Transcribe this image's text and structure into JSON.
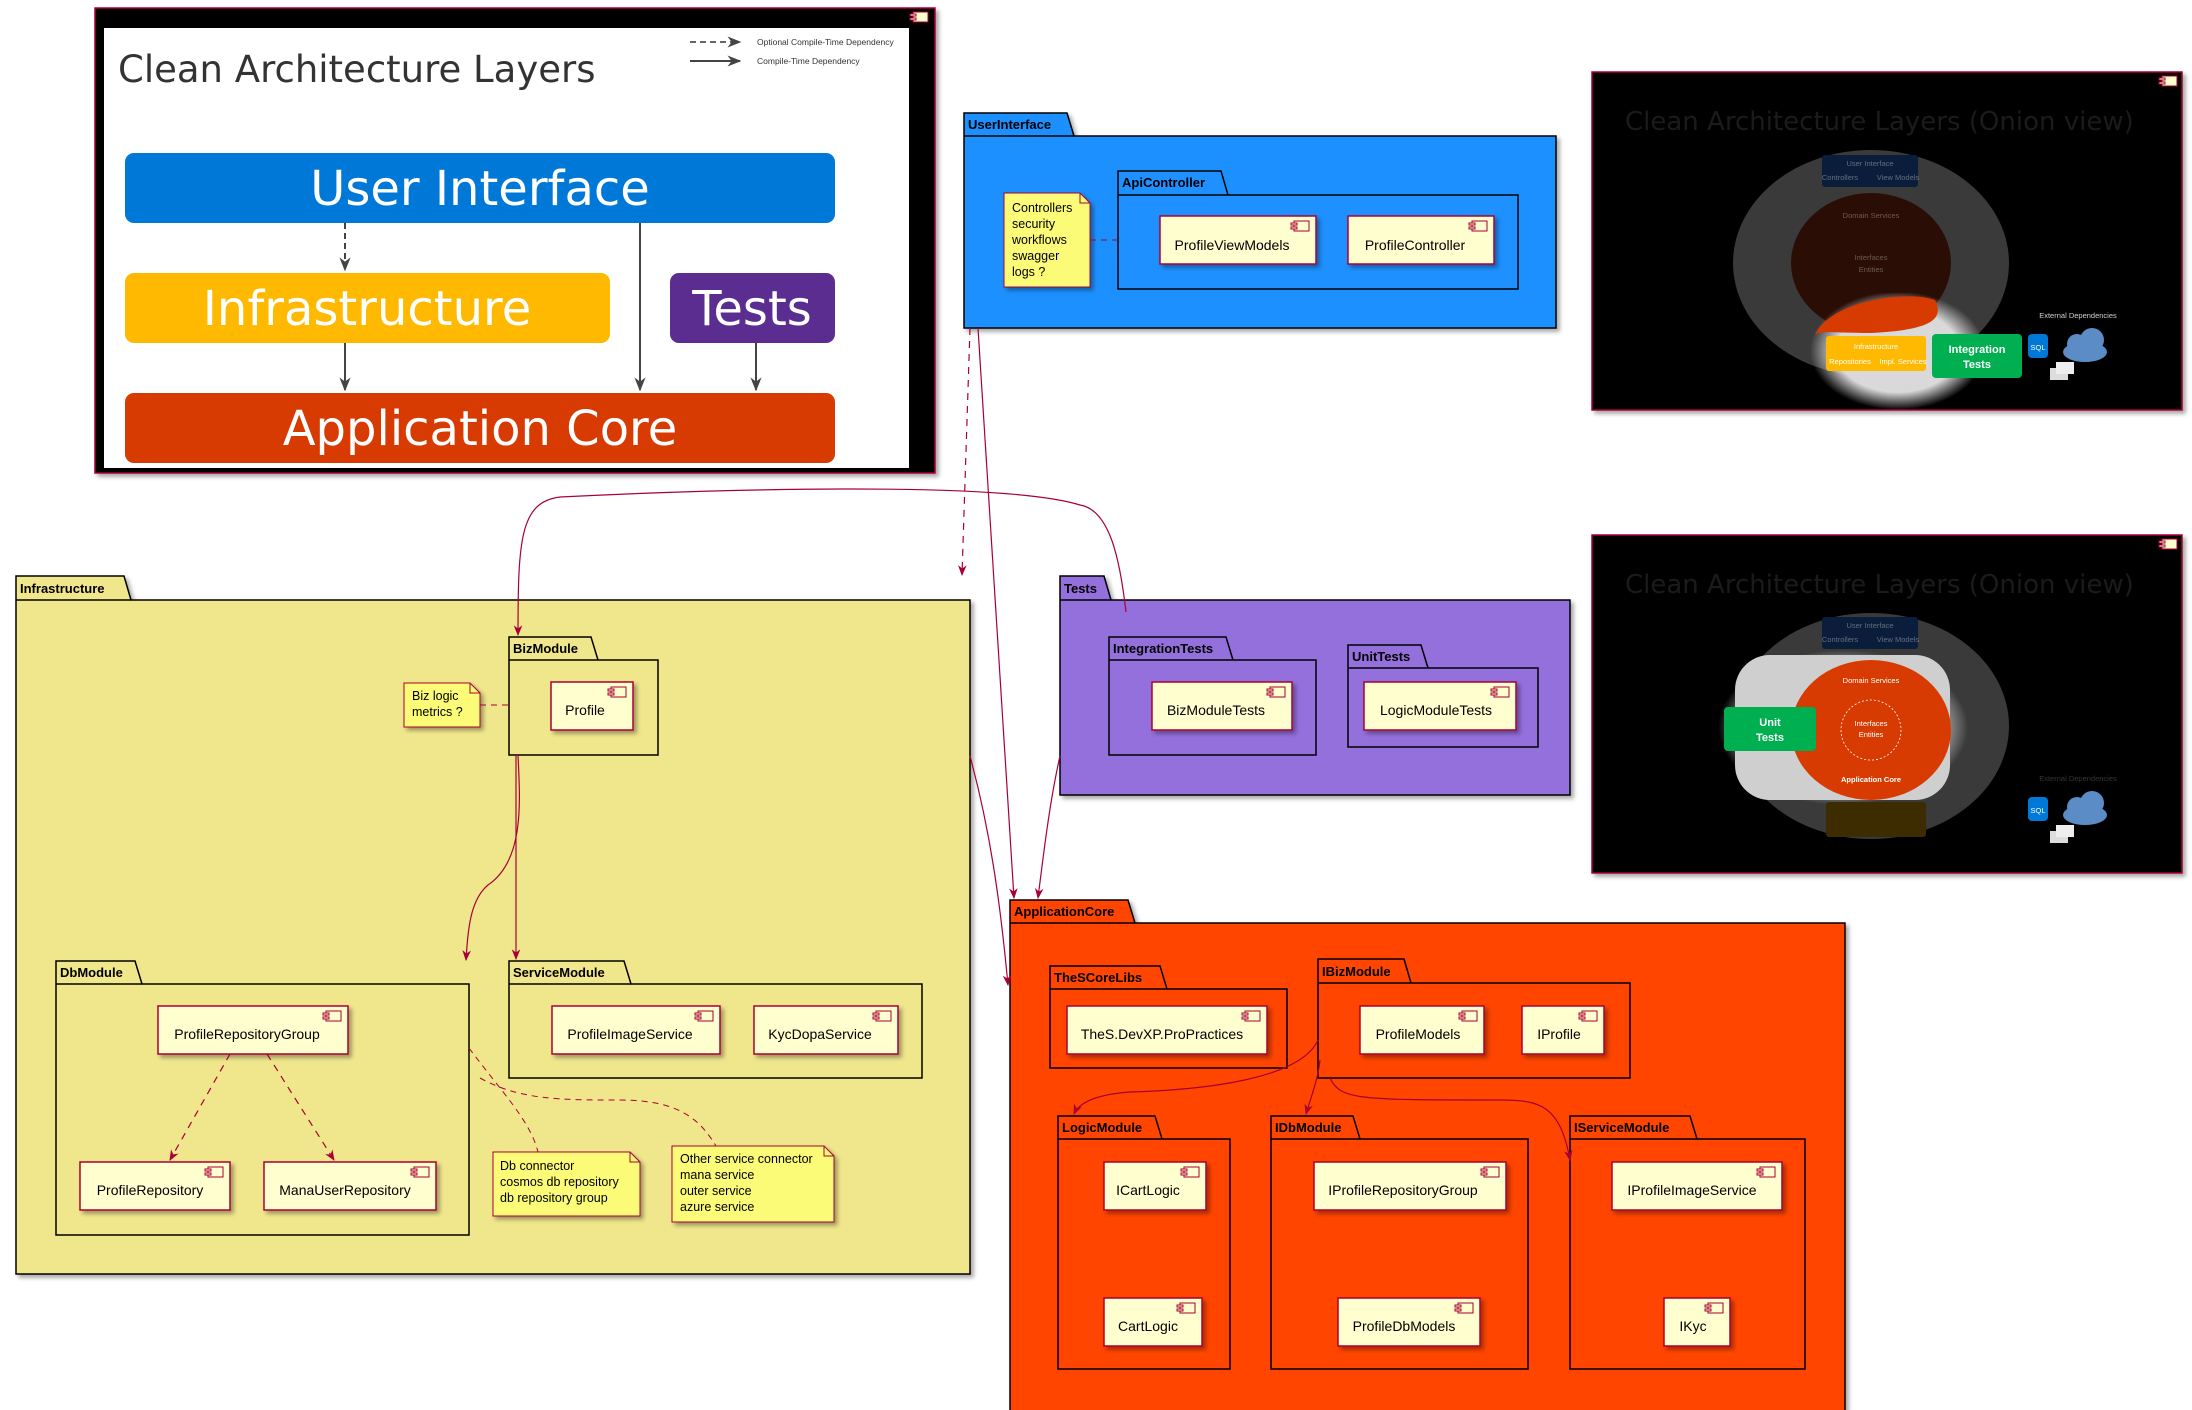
{
  "legend": {
    "optional": "Optional Compile-Time Dependency",
    "compile": "Compile-Time Dependency"
  },
  "layers_image": {
    "title": "Clean Architecture Layers",
    "ui": "User Interface",
    "infra": "Infrastructure",
    "tests": "Tests",
    "core": "Application Core"
  },
  "onion_top": {
    "title": "Clean Architecture Layers (Onion view)",
    "ui": "User Interface",
    "ui_left": "Controllers",
    "ui_right": "View Models",
    "domain": "Domain Services",
    "interfaces": "Interfaces",
    "entities": "Entities",
    "infra": "Infrastructure",
    "infra_left": "Repositories",
    "infra_right": "Impl. Services",
    "integration": "Integration",
    "tests": "Tests",
    "external": "External Dependencies",
    "sql": "SQL"
  },
  "onion_bottom": {
    "title": "Clean Architecture Layers (Onion view)",
    "ui": "User Interface",
    "ui_left": "Controllers",
    "ui_right": "View Models",
    "domain": "Domain Services",
    "interfaces": "Interfaces",
    "entities": "Entities",
    "core": "Application Core",
    "unit": "Unit",
    "tests": "Tests",
    "external": "External Dependencies",
    "sql": "SQL"
  },
  "packages": {
    "user_interface": "UserInterface",
    "api_controller": "ApiController",
    "infrastructure": "Infrastructure",
    "biz_module": "BizModule",
    "db_module": "DbModule",
    "service_module": "ServiceModule",
    "tests": "Tests",
    "integration_tests": "IntegrationTests",
    "unit_tests": "UnitTests",
    "application_core": "ApplicationCore",
    "the_score_libs": "TheSCoreLibs",
    "ibiz_module": "IBizModule",
    "logic_module": "LogicModule",
    "idb_module": "IDbModule",
    "iservice_module": "IServiceModule"
  },
  "components": {
    "profile_view_models": "ProfileViewModels",
    "profile_controller": "ProfileController",
    "profile": "Profile",
    "profile_repository_group": "ProfileRepositoryGroup",
    "profile_repository": "ProfileRepository",
    "mana_user_repository": "ManaUserRepository",
    "profile_image_service": "ProfileImageService",
    "kyc_dopa_service": "KycDopaService",
    "biz_module_tests": "BizModuleTests",
    "logic_module_tests": "LogicModuleTests",
    "pro_practices": "TheS.DevXP.ProPractices",
    "profile_models": "ProfileModels",
    "iprofile": "IProfile",
    "icart_logic": "ICartLogic",
    "cart_logic": "CartLogic",
    "iprofile_repository_group": "IProfileRepositoryGroup",
    "profile_db_models": "ProfileDbModels",
    "iprofile_image_service": "IProfileImageService",
    "ikyc": "IKyc"
  },
  "notes": {
    "ui_note": [
      "Controllers",
      "security",
      "workflows",
      "swagger",
      "logs ?"
    ],
    "biz_note": [
      "Biz logic",
      "metrics ?"
    ],
    "db_note": [
      "Db connector",
      "cosmos db repository",
      "db repository group"
    ],
    "svc_note": [
      "Other service connector",
      "mana service",
      "outer service",
      "azure service"
    ]
  },
  "colors": {
    "ui": "#1E90FF",
    "infra": "#F0E68C",
    "tests": "#9370DB",
    "core": "#FF4500",
    "component": "#FEFECE",
    "note": "#FBFB77",
    "border": "#A80036"
  }
}
